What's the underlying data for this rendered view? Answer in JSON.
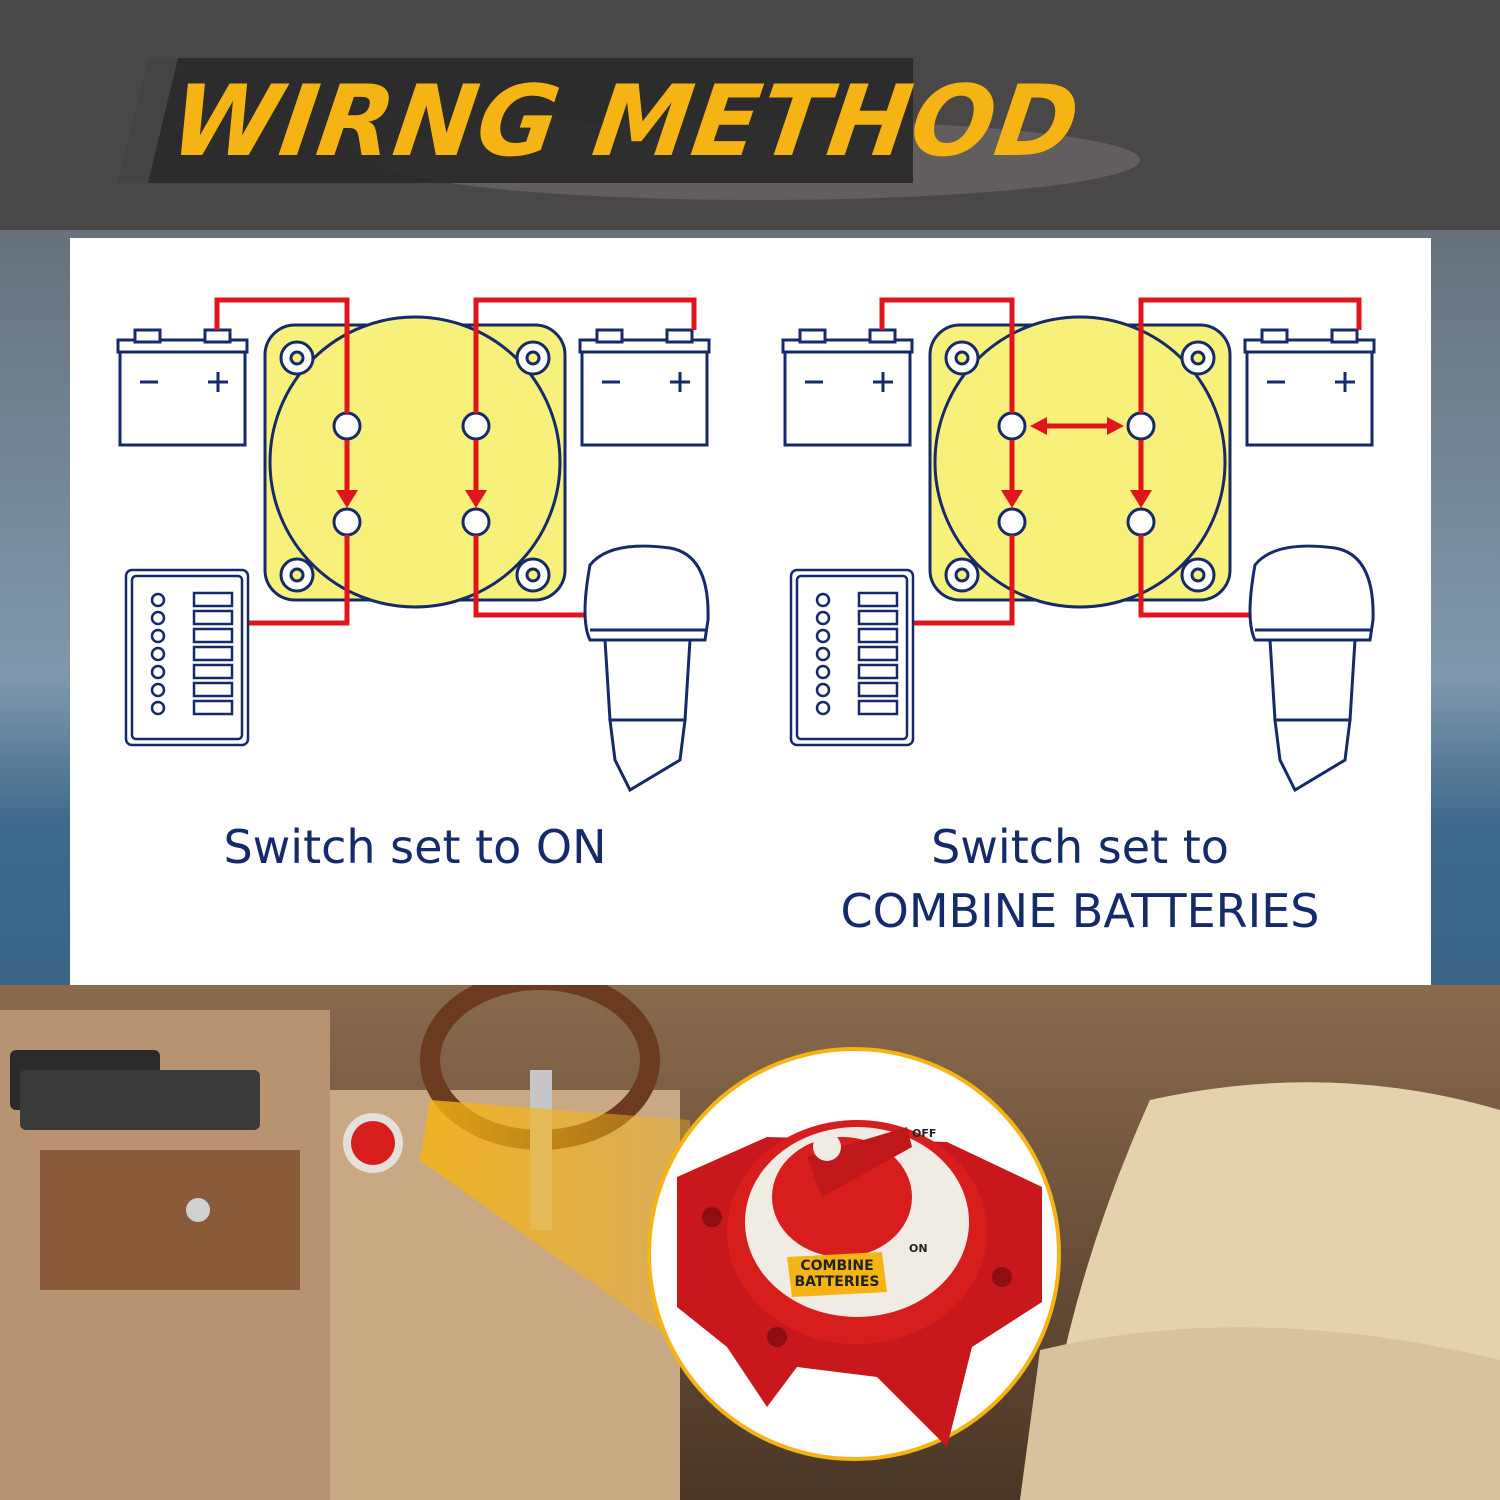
{
  "header": {
    "title": "WIRNG METHOD"
  },
  "diagrams": [
    {
      "caption_line1": "Switch set to ON",
      "caption_line2": ""
    },
    {
      "caption_line1": "Switch set to",
      "caption_line2": "COMBINE BATTERIES"
    }
  ],
  "product": {
    "label_combine": "COMBINE",
    "label_batteries": "BATTERIES",
    "label_off": "OFF",
    "label_on": "ON"
  },
  "colors": {
    "title": "#f6b414",
    "wire": "#e0141b",
    "switch_yellow": "#f7f07a",
    "outline": "#152a6b",
    "caption": "#152a6b",
    "product_red": "#d81d1d"
  }
}
